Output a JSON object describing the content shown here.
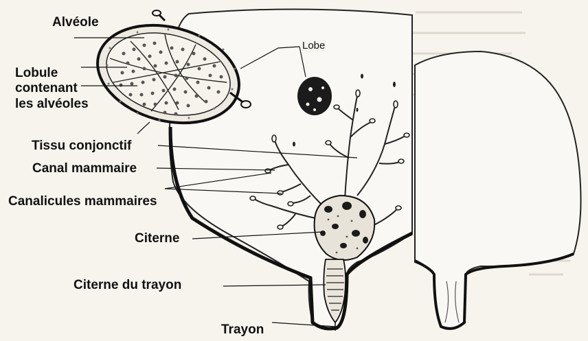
{
  "labels": {
    "alveole": "Alvéole",
    "lobule": "Lobule contenant les alvéoles",
    "lobule_line1": "Lobule",
    "lobule_line2": "contenant",
    "lobule_line3": "les alvéoles",
    "lobe": "Lobe",
    "tissu": "Tissu conjonctif",
    "canal": "Canal mammaire",
    "canalicules": "Canalicules mammaires",
    "citerne": "Citerne",
    "citerne_trayon": "Citerne du trayon",
    "trayon": "Trayon"
  }
}
